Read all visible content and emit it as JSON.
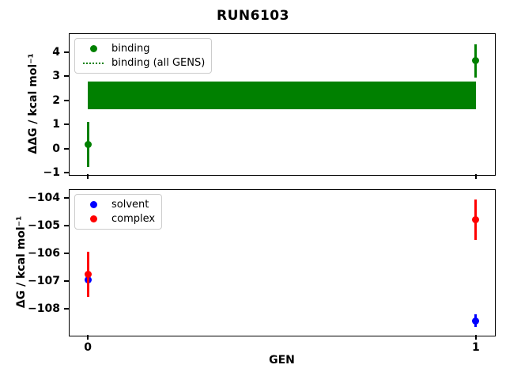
{
  "figure": {
    "title": "RUN6103"
  },
  "chart_data": [
    {
      "type": "errorbar",
      "title": "",
      "xlabel": "",
      "ylabel": "ΔΔG / kcal mol⁻¹",
      "x": [
        0,
        1
      ],
      "xlim": [
        -0.047,
        1.047
      ],
      "ylim": [
        -1.06,
        4.74
      ],
      "yticks": [
        -1,
        0,
        1,
        2,
        3,
        4
      ],
      "xticks": [
        0,
        1
      ],
      "show_xtick_labels": false,
      "grid": false,
      "legend_position": "upper-left",
      "series": [
        {
          "name": "binding",
          "color": "#008000",
          "marker": "circle",
          "y": [
            0.16,
            3.63
          ],
          "yerr": [
            0.93,
            0.7
          ]
        }
      ],
      "band": {
        "name": "binding (all GENS)",
        "color": "#008000",
        "x0": 0,
        "x1": 1,
        "lo": 1.63,
        "hi": 2.78
      },
      "legend": [
        {
          "label": "binding",
          "glyph": "dot",
          "color": "#008000"
        },
        {
          "label": "binding (all GENS)",
          "glyph": "dotted-line",
          "color": "#008000"
        }
      ]
    },
    {
      "type": "errorbar",
      "title": "",
      "xlabel": "GEN",
      "ylabel": "ΔG / kcal mol⁻¹",
      "x": [
        0,
        1
      ],
      "xlim": [
        -0.047,
        1.047
      ],
      "ylim": [
        -108.94,
        -103.71
      ],
      "yticks": [
        -104,
        -105,
        -106,
        -107,
        -108
      ],
      "xticks": [
        0,
        1
      ],
      "show_xtick_labels": true,
      "grid": false,
      "legend_position": "upper-left",
      "series": [
        {
          "name": "solvent",
          "color": "#0000ff",
          "marker": "circle",
          "y": [
            -106.95,
            -108.43
          ],
          "yerr": [
            0.25,
            0.23
          ]
        },
        {
          "name": "complex",
          "color": "#ff0000",
          "marker": "circle",
          "y": [
            -106.75,
            -104.78
          ],
          "yerr": [
            0.82,
            0.73
          ]
        }
      ],
      "band": null,
      "legend": [
        {
          "label": "solvent",
          "glyph": "dot",
          "color": "#0000ff"
        },
        {
          "label": "complex",
          "glyph": "dot",
          "color": "#ff0000"
        }
      ]
    }
  ]
}
